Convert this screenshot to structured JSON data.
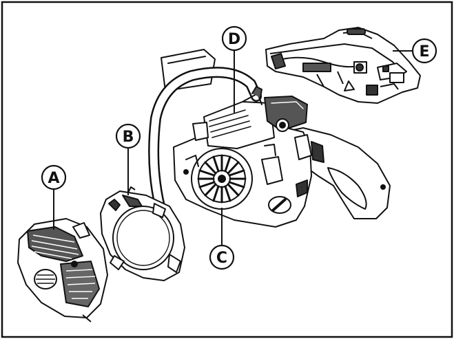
{
  "colors": {
    "line": "#111111",
    "shade": "#6a6a6a",
    "paper": "#ffffff"
  },
  "callouts": [
    {
      "id": "A",
      "label": "A"
    },
    {
      "id": "B",
      "label": "B"
    },
    {
      "id": "C",
      "label": "C"
    },
    {
      "id": "D",
      "label": "D"
    },
    {
      "id": "E",
      "label": "E"
    }
  ]
}
